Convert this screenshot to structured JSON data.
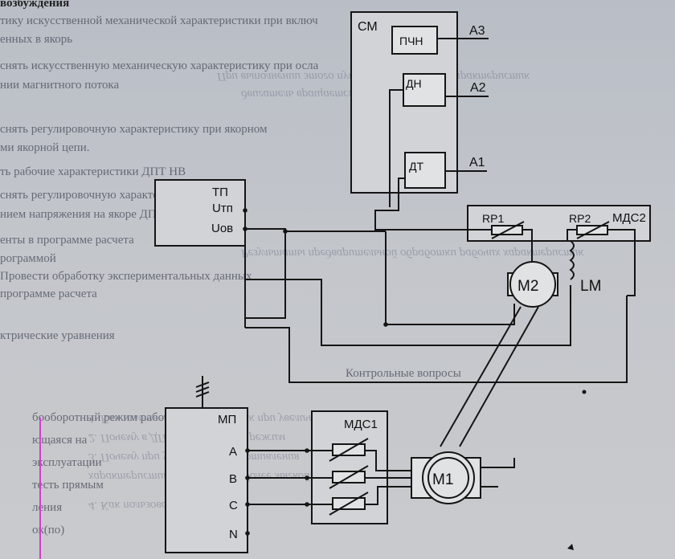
{
  "background_text": {
    "top_fragment": "возбуждения",
    "lines": [
      "тику искусственной механической характеристики при включ",
      "енных в якорь",
      "снять искусственную механическую характеристику при осла",
      "нии магнитного потока",
      "снять регулировочную характеристику при якорном",
      "ми якорной цепи.",
      "ть рабочие характеристики ДПТ НВ",
      "снять регулировочную характеристику дви",
      "нием напряжения на якоре ДПТ",
      "енты в программе расчета",
      "рограммой",
      "Провести обработку экспериментальных данных",
      "программе расчета",
      "ктрические уравнения",
      "Контрольные вопросы",
      "бооборотный режим работы",
      "ющаяся на",
      "эксплуатации",
      "тесть прямым",
      "ления",
      "ок(по)"
    ],
    "mirrored_lines": [
      "При выполнении этого пункта исследования характеристик",
      "двигатель вращается в направлении (...)",
      "Результаты предварительной обработки рабочих характеристик",
      "1. Как изменяется пусковой ток при увеличении",
      "2. Почему в ДПТ НВ возможен режим",
      "3. Почему при увеличении сопротивления",
      "характеристика становится более мягкой",
      "4. Как пользоваться графиком"
    ]
  },
  "diagram": {
    "blocks": {
      "cm": "СМ",
      "pchn": "ПЧН",
      "dn": "ДН",
      "dt": "ДТ",
      "tp": "ТП",
      "u_tp": "Uтп",
      "u_ov": "Uов",
      "mds2": "МДС2",
      "rp1": "RP1",
      "rp2": "RP2",
      "m2": "М2",
      "lm": "LM",
      "mp": "МП",
      "mds1": "МДС1",
      "m1": "М1"
    },
    "outputs": {
      "a3": "А3",
      "a2": "А2",
      "a1": "А1"
    },
    "phases": {
      "a": "А",
      "b": "В",
      "c": "С",
      "n": "N"
    }
  },
  "colors": {
    "accent_margin_line": "#d43dd0",
    "ink": "#151515",
    "paper": "#c3c6cb"
  }
}
